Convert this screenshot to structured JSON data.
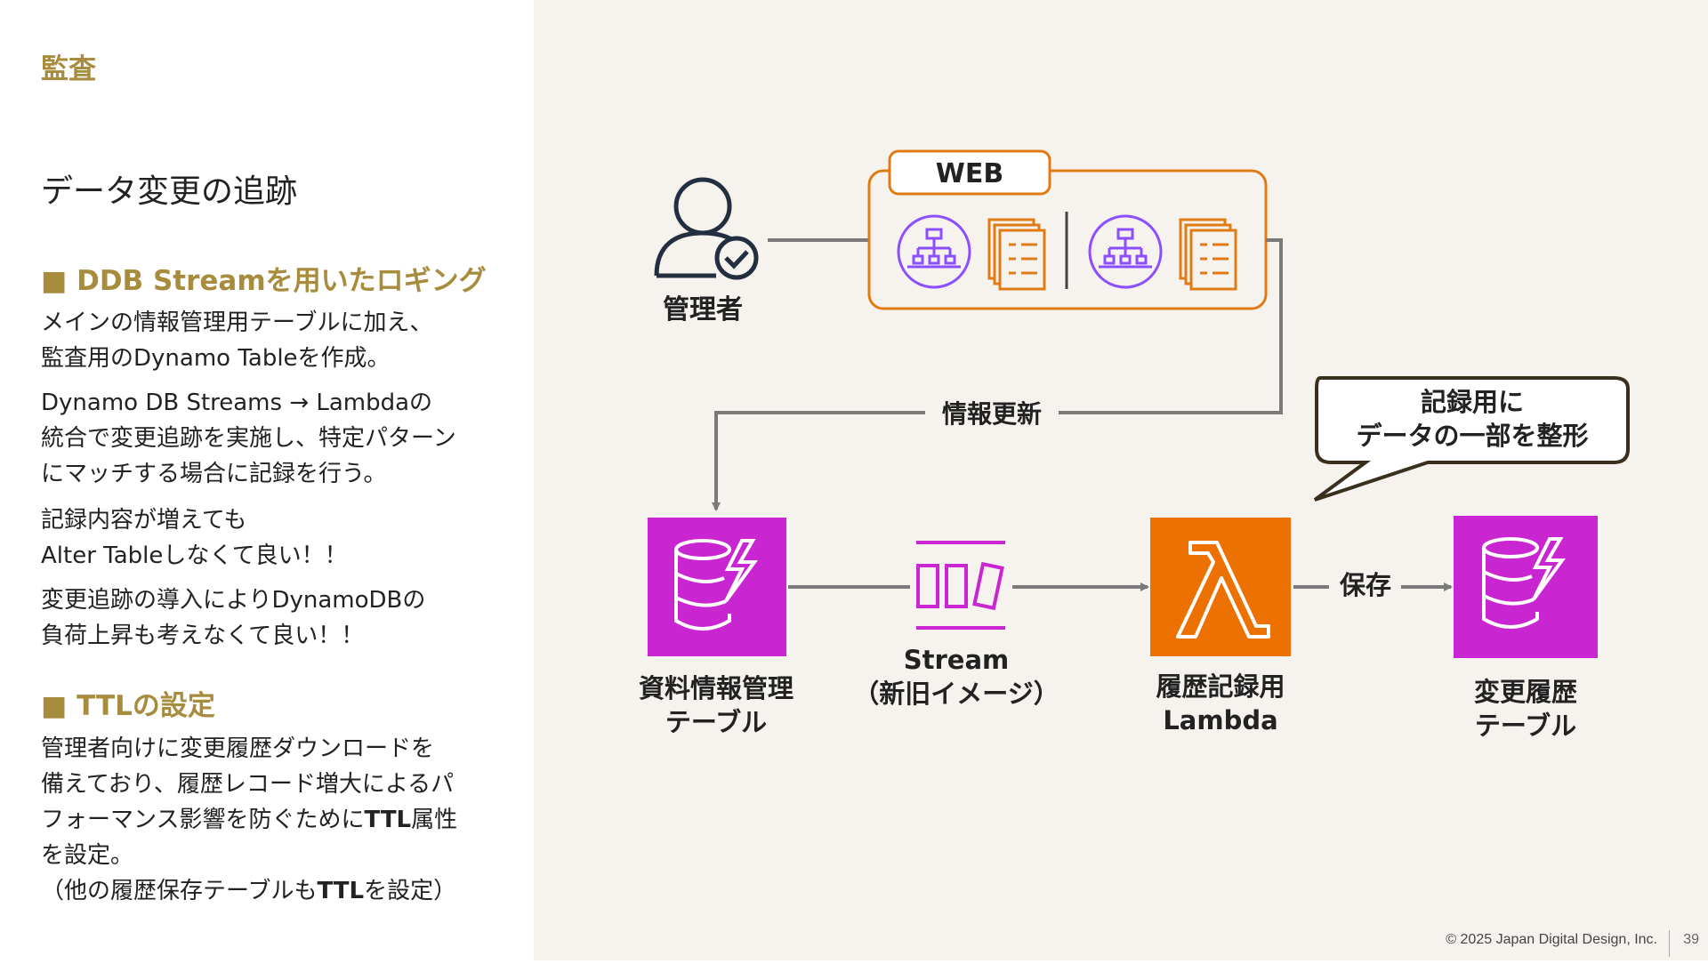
{
  "section_tag": "監査",
  "page_title": "データ変更の追跡",
  "section1": {
    "heading": "■ DDB Streamを用いたロギング",
    "paragraphs": [
      "メインの情報管理用テーブルに加え、\n監査用のDynamo Tableを作成。",
      "Dynamo DB Streams → Lambdaの\n統合で変更追跡を実施し、特定パターン\nにマッチする場合に記録を行う。",
      "記録内容が増えても\nAlter Tableしなくて良い！！",
      "変更追跡の導入によりDynamoDBの\n負荷上昇も考えなくて良い！！"
    ]
  },
  "section2": {
    "heading": "■ TTLの設定",
    "para_part1": "管理者向けに変更履歴ダウンロードを\n備えており、履歴レコード増大によるパ\nフォーマンス影響を防ぐために",
    "para_bold1": "TTL",
    "para_part2": "属性\nを設定。\n（他の履歴保存テーブルも",
    "para_bold2": "TTL",
    "para_part3": "を設定）"
  },
  "diagram": {
    "admin_label": "管理者",
    "web_label": "WEB",
    "update_label": "情報更新",
    "callout_line1": "記録用に",
    "callout_line2": "データの一部を整形",
    "table1_line1": "資料情報管理",
    "table1_line2": "テーブル",
    "stream_line1": "Stream",
    "stream_line2": "（新旧イメージ）",
    "lambda_line1": "履歴記録用",
    "lambda_line2": "Lambda",
    "save_label": "保存",
    "table2_line1": "変更履歴",
    "table2_line2": "テーブル",
    "colors": {
      "dynamodb": "#c925d1",
      "lambda": "#ed7100",
      "web_border": "#e07b14",
      "arrow": "#7a7a7a",
      "accent": "#a88c3e"
    },
    "icons": [
      "user-check-icon",
      "org-chart-icon",
      "document-stack-icon",
      "dynamodb-icon",
      "stream-icon",
      "lambda-icon"
    ]
  },
  "footer": {
    "copyright": "© 2025 Japan Digital Design, Inc.",
    "page_number": "39"
  }
}
